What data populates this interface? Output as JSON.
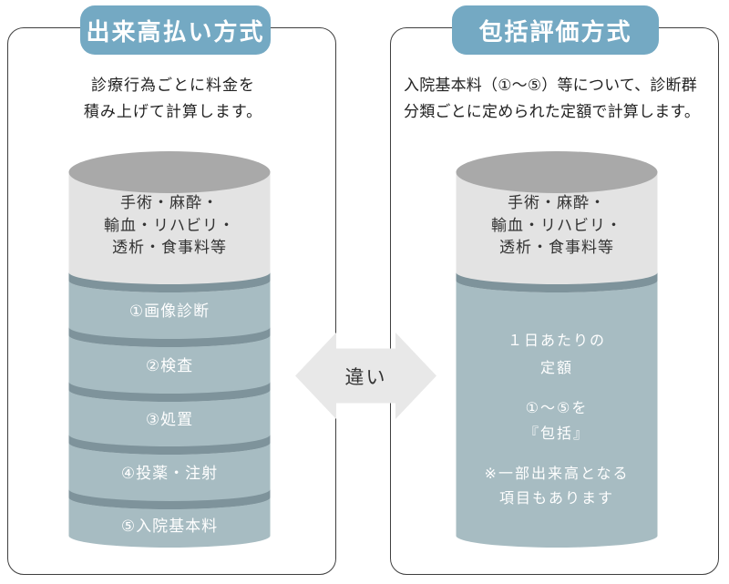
{
  "panels": {
    "left": {
      "title": "出来高払い方式",
      "description": [
        "診療行為ごとに料金を",
        "積み上げて計算します。"
      ],
      "cylinder_top": [
        "手術・麻酔・",
        "輸血・リハビリ・",
        "透析・食事料等"
      ],
      "segments": [
        "①画像診断",
        "②検査",
        "③処置",
        "④投薬・注射",
        "⑤入院基本料"
      ]
    },
    "right": {
      "title": "包括評価方式",
      "description": [
        "入院基本料（①～⑤）等について、診断群",
        "分類ごとに定められた定額で計算します。"
      ],
      "cylinder_top": [
        "手術・麻酔・",
        "輸血・リハビリ・",
        "透析・食事料等"
      ],
      "body_lines": [
        "１日あたりの",
        "定額",
        "①～⑤を",
        "『包括』",
        "※一部出来高となる",
        "項目もあります"
      ]
    }
  },
  "arrow_label": "違い",
  "colors": {
    "title_bg": "#74a9c3",
    "cylinder_cap": "#a9a9a9",
    "cylinder_cap_body": "#e3e3e3",
    "teal_band": "#7e939b",
    "teal_body": "#a7bcc2",
    "arrow_bg": "#e8e8e8",
    "panel_border": "#3f3f3f"
  }
}
